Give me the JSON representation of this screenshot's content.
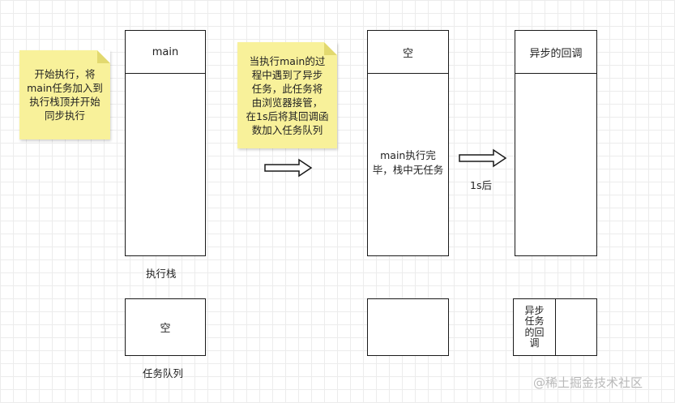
{
  "notes": {
    "note1": "开始执行，将\nmain任务加入到\n执行栈顶并开始\n同步执行",
    "note2": "当执行main的过\n程中遇到了异步\n任务，此任务将\n由浏览器接管，\n在1s后将其回调函\n数加入任务队列"
  },
  "stack1": {
    "header": "main"
  },
  "stack2": {
    "header": "空",
    "body": "main执行完\n毕，栈中无任务"
  },
  "stack3": {
    "header": "异步的回调"
  },
  "labels": {
    "call_stack": "执行栈",
    "task_queue": "任务队列",
    "one_second_later": "1s后"
  },
  "queue1": {
    "content": "空"
  },
  "queue3": {
    "item": "异步\n任务\n的回\n调"
  },
  "watermark": "@稀土掘金技术社区"
}
